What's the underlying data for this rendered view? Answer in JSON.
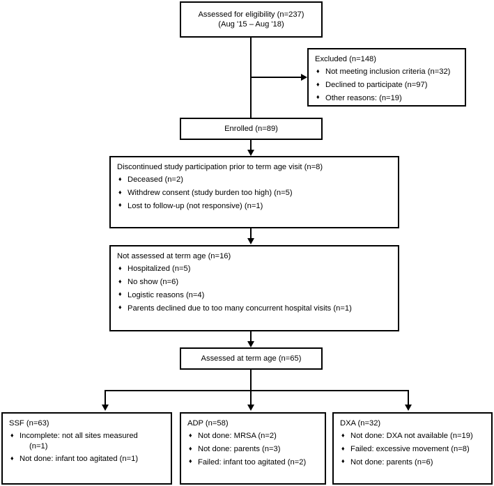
{
  "diagram": {
    "type": "consort-flow-diagram",
    "bullet_glyph": "♦",
    "line_color": "#000000",
    "background_color": "#ffffff",
    "nodes": {
      "assessed_eligibility": {
        "lines": [
          "Assessed for eligibility (n=237)",
          "(Aug '15 – Aug '18)"
        ]
      },
      "excluded": {
        "heading": "Excluded  (n=148)",
        "bullets": [
          "Not meeting inclusion criteria (n=32)",
          "Declined to participate (n=97)",
          "Other reasons: (n=19)"
        ]
      },
      "enrolled": {
        "lines": [
          "Enrolled (n=89)"
        ]
      },
      "discontinued": {
        "heading": "Discontinued study participation prior to term age visit (n=8)",
        "bullets": [
          "Deceased (n=2)",
          "Withdrew consent (study burden too high) (n=5)",
          "Lost to follow-up (not responsive) (n=1)"
        ]
      },
      "not_assessed": {
        "heading": "Not assessed at term age (n=16)",
        "bullets": [
          "Hospitalized (n=5)",
          "No show (n=6)",
          "Logistic reasons (n=4)",
          "Parents declined due to too many concurrent hospital visits (n=1)"
        ]
      },
      "assessed_term": {
        "lines": [
          "Assessed at term age (n=65)"
        ]
      },
      "ssf": {
        "heading": "SSF (n=63)",
        "bullets": [
          "Incomplete: not all sites measured",
          "Not done: infant too agitated (n=1)"
        ],
        "bullet_continuation": "(n=1)"
      },
      "adp": {
        "heading": "ADP (n=58)",
        "bullets": [
          "Not done: MRSA (n=2)",
          "Not done: parents (n=3)",
          "Failed: infant too agitated (n=2)"
        ]
      },
      "dxa": {
        "heading": "DXA (n=32)",
        "bullets": [
          "Not done: DXA not available (n=19)",
          "Failed: excessive movement (n=8)",
          "Not done: parents (n=6)"
        ]
      }
    }
  }
}
